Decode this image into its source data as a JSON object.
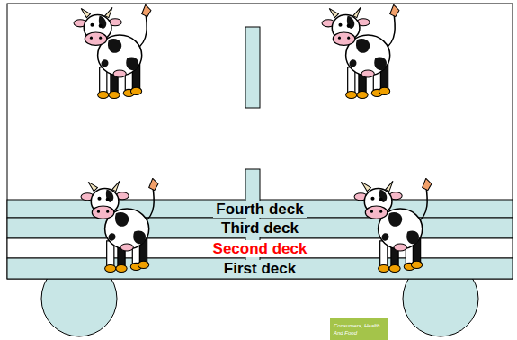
{
  "diagram": {
    "nodes": [
      {
        "text": [
          "Fourth deck"
        ]
      },
      {
        "text": [
          "Third deck"
        ]
      },
      {
        "text": [
          "Second deck"
        ]
      },
      {
        "text": [
          "First deck"
        ]
      },
      {
        "text": [
          "Consumers, Health And Food"
        ]
      }
    ]
  }
}
